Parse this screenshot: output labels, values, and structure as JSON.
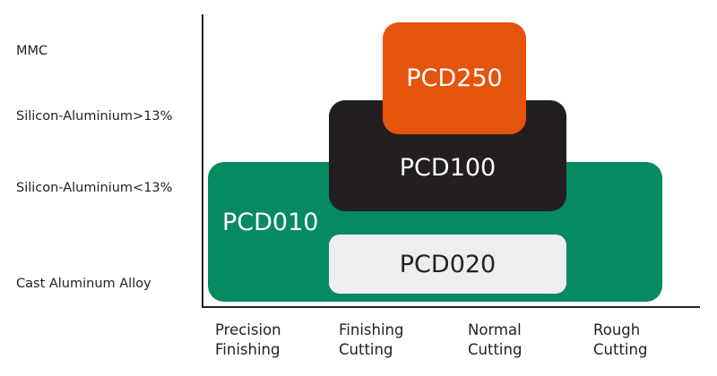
{
  "y_axis_labels": [
    "MMC",
    "Silicon-Aluminium>13%",
    "Silicon-Aluminium<13%",
    "Cast Aluminum Alloy"
  ],
  "x_axis_labels": [
    {
      "line1": "Precision",
      "line2": "Finishing"
    },
    {
      "line1": "Finishing",
      "line2": "Cutting"
    },
    {
      "line1": "Normal",
      "line2": "Cutting"
    },
    {
      "line1": "Rough",
      "line2": "Cutting"
    }
  ],
  "grades": {
    "pcd010": {
      "label": "PCD010",
      "color": "#058a62"
    },
    "pcd100": {
      "label": "PCD100",
      "color": "#231f20"
    },
    "pcd250": {
      "label": "PCD250",
      "color": "#e4540c"
    },
    "pcd020": {
      "label": "PCD020",
      "color": "#eeeef0"
    }
  }
}
